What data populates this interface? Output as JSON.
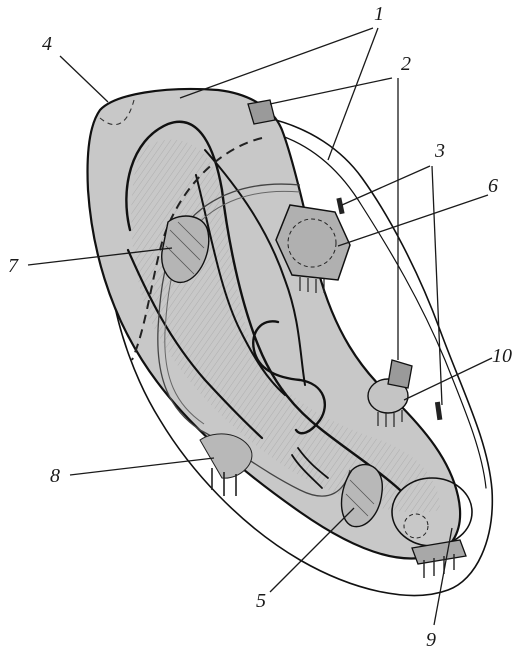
{
  "figure": {
    "colors": {
      "ear_fill": "#c8c8c8",
      "line": "#111111",
      "background": "#ffffff"
    },
    "callouts": [
      {
        "id": "1",
        "label": "1"
      },
      {
        "id": "2",
        "label": "2"
      },
      {
        "id": "3",
        "label": "3"
      },
      {
        "id": "4",
        "label": "4"
      },
      {
        "id": "5",
        "label": "5"
      },
      {
        "id": "6",
        "label": "6"
      },
      {
        "id": "7",
        "label": "7"
      },
      {
        "id": "8",
        "label": "8"
      },
      {
        "id": "9",
        "label": "9"
      },
      {
        "id": "10",
        "label": "10"
      }
    ]
  }
}
